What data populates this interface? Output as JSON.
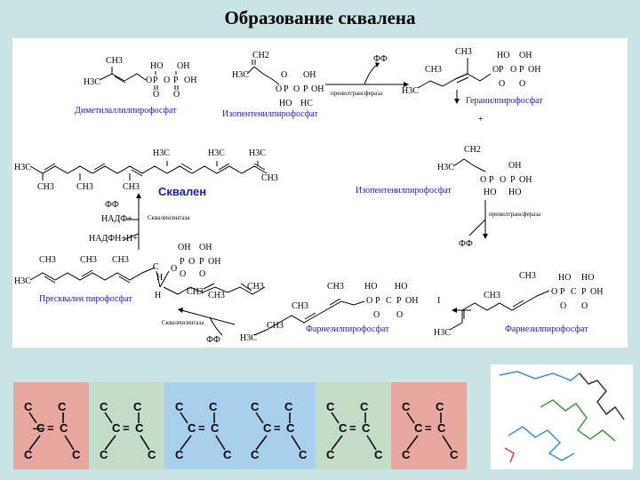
{
  "title": "Образование сквалена",
  "scheme": {
    "ch3": "CH3",
    "ch2": "CH2",
    "h3c": "H3C",
    "ho": "HO",
    "oh": "OH",
    "hc": "HC",
    "o": "O",
    "p": "P",
    "c": "C",
    "h": "H",
    "dmapp_label": "Диметилаллилпирофосфат",
    "ipp_label": "Изопентенилпирофосфат",
    "gpp_label": "Геранилпирофосфат",
    "ipp2_label": "Изопентенилпирофосфат",
    "fpp_label": "Фарнезилпирофосфат",
    "fpp2_label": "Фарнезилпирофосфат",
    "presqualene_label": "Пресквален пирофосфат",
    "squalene_label": "Сквален",
    "prenyltransferase_1": "пренилтрансфераза",
    "prenyltransferase_2": "пренилтрансфераза",
    "squalene_synthase_1": "Скваленсинтаза",
    "squalene_synthase_2": "Скваленсинтаза",
    "ff_1": "ФФ",
    "ff_2": "ФФ",
    "ff_3": "ФФ",
    "ff_4": "ФФ",
    "nadf_plus": "НАДФ+",
    "nadfh": "НАДФН+Н+",
    "plus": "+",
    "roman_one": "I"
  },
  "bands": {
    "colors": [
      "#e8a8a0",
      "#c2dcc8",
      "#a8d0ec",
      "#a8d0ec",
      "#c2dcc8",
      "#e8a8a0"
    ],
    "c": "C",
    "eq": "=",
    "dash": "—"
  },
  "model": {
    "blue": "#3a8fd8",
    "green": "#3c9a3c",
    "dark": "#333333",
    "red": "#d04040"
  }
}
